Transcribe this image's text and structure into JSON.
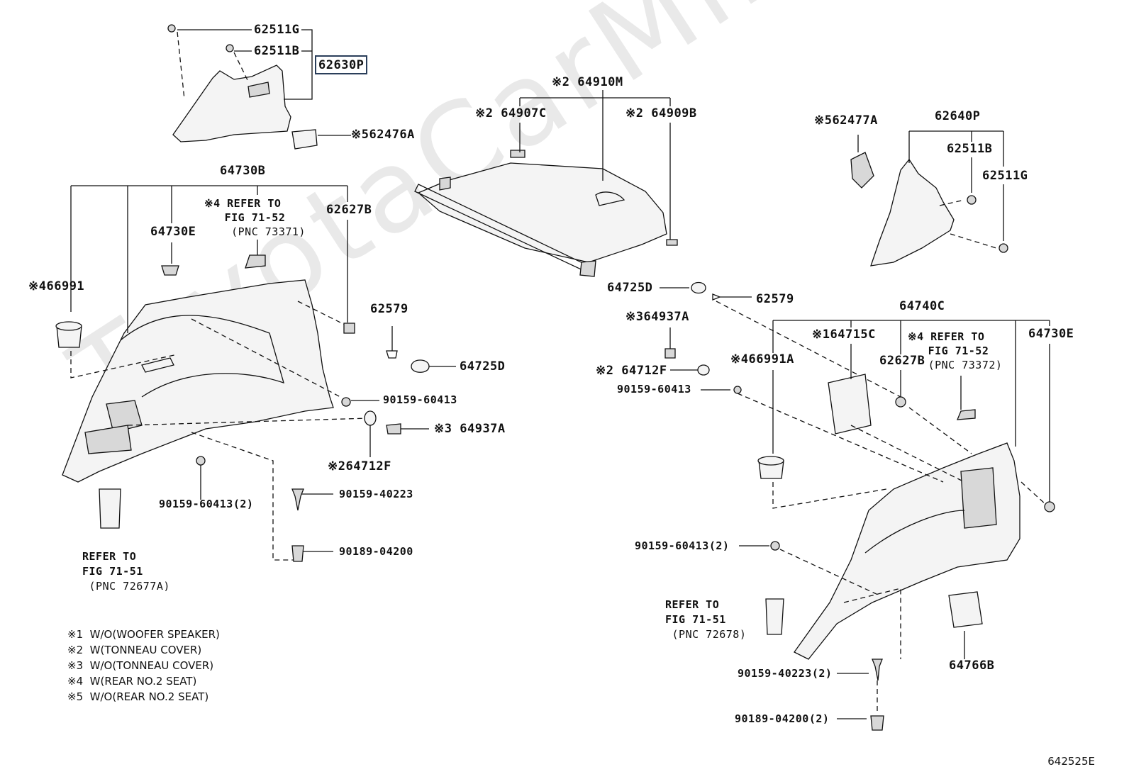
{
  "watermark": "ToyotaCarMine.ru",
  "diagram_code": "642525E",
  "left_group": {
    "part_62511G": "62511G",
    "part_62511B": "62511B",
    "part_62630P": "62630P",
    "part_62476A": "62476A",
    "note_62476A": "※5",
    "part_64730B": "64730B",
    "part_64730E": "64730E",
    "ref_4": {
      "mark": "※4",
      "line1": "REFER TO",
      "line2": "FIG 71-52",
      "line3": "(PNC 73371)"
    },
    "part_62627B": "62627B",
    "part_66991": "66991",
    "note_66991": "※4",
    "part_62579": "62579",
    "part_64725D": "64725D",
    "part_90159_60413": "90159-60413",
    "part_64937A": "64937A",
    "note_64937A": "※3",
    "part_64712F": "64712F",
    "note_64712F": "※2",
    "part_90159_60413_2": "90159-60413(2)",
    "part_90159_40223": "90159-40223",
    "part_90189_04200": "90189-04200",
    "ref_71_51": {
      "line1": "REFER TO",
      "line2": "FIG 71-51",
      "line3": "(PNC 72677A)"
    }
  },
  "center_group": {
    "part_64910M": "64910M",
    "note_64910M": "※2",
    "part_64907C": "64907C",
    "note_64907C": "※2",
    "part_64909B": "64909B",
    "note_64909B": "※2",
    "part_64725D": "64725D",
    "part_62579": "62579",
    "part_64937A": "64937A",
    "note_64937A": "※3",
    "part_64712F": "64712F",
    "note_64712F": "※2",
    "part_90159_60413": "90159-60413"
  },
  "right_group": {
    "part_62477A": "62477A",
    "note_62477A": "※5",
    "part_62640P": "62640P",
    "part_62511B": "62511B",
    "part_62511G": "62511G",
    "part_64740C": "64740C",
    "part_64715C": "64715C",
    "note_64715C": "※1",
    "ref_4": {
      "mark": "※4",
      "line1": "REFER TO",
      "line2": "FIG 71-52",
      "line3": "(PNC 73372)"
    },
    "part_64730E": "64730E",
    "part_66991A": "66991A",
    "note_66991A": "※4",
    "part_62627B": "62627B",
    "part_90159_60413_2": "90159-60413(2)",
    "ref_71_51": {
      "line1": "REFER TO",
      "line2": "FIG 71-51",
      "line3": "(PNC 72678)"
    },
    "part_90159_40223_2": "90159-40223(2)",
    "part_90189_04200_2": "90189-04200(2)",
    "part_64766B": "64766B"
  },
  "legend": [
    {
      "mark": "※1",
      "text": "W/O(WOOFER SPEAKER)"
    },
    {
      "mark": "※2",
      "text": "W(TONNEAU COVER)"
    },
    {
      "mark": "※3",
      "text": "W/O(TONNEAU COVER)"
    },
    {
      "mark": "※4",
      "text": "W(REAR NO.2 SEAT)"
    },
    {
      "mark": "※5",
      "text": "W/O(REAR NO.2 SEAT)"
    }
  ]
}
